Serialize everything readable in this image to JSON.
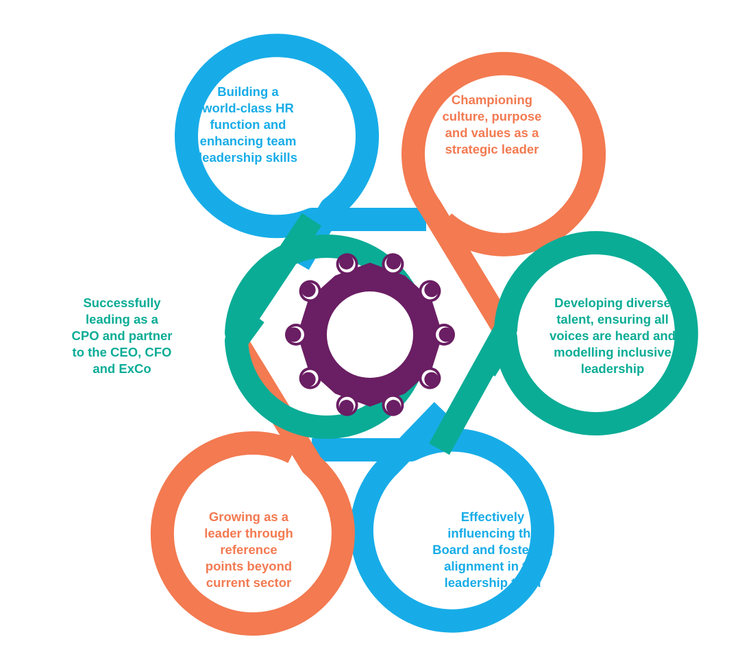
{
  "colors": {
    "blue": "#17ACE8",
    "orange": "#F37A51",
    "teal": "#0AAC96",
    "purple": "#6A1E63",
    "white": "#FFFFFF"
  },
  "center": {
    "icon": "people-around-table-icon",
    "people_count": 10
  },
  "capabilities": [
    {
      "id": "top-left",
      "color": "blue",
      "text": "Building a\nworld-class HR\nfunction and\nenhancing team\nleadership skills"
    },
    {
      "id": "top-right",
      "color": "orange",
      "text": "Championing\nculture, purpose\nand values as a\nstrategic leader"
    },
    {
      "id": "left",
      "color": "teal",
      "text": "Successfully\nleading as a\nCPO and partner\nto the CEO, CFO\nand ExCo"
    },
    {
      "id": "right",
      "color": "teal",
      "text": "Developing diverse\ntalent, ensuring all\nvoices are heard and\nmodelling inclusive\nleadership"
    },
    {
      "id": "bottom-left",
      "color": "orange",
      "text": "Growing as a\nleader through\nreference\npoints beyond\ncurrent sector"
    },
    {
      "id": "bottom-right",
      "color": "blue",
      "text": "Effectively\ninfluencing the\nBoard and fostering\nalignment in the\nleadership team"
    }
  ]
}
